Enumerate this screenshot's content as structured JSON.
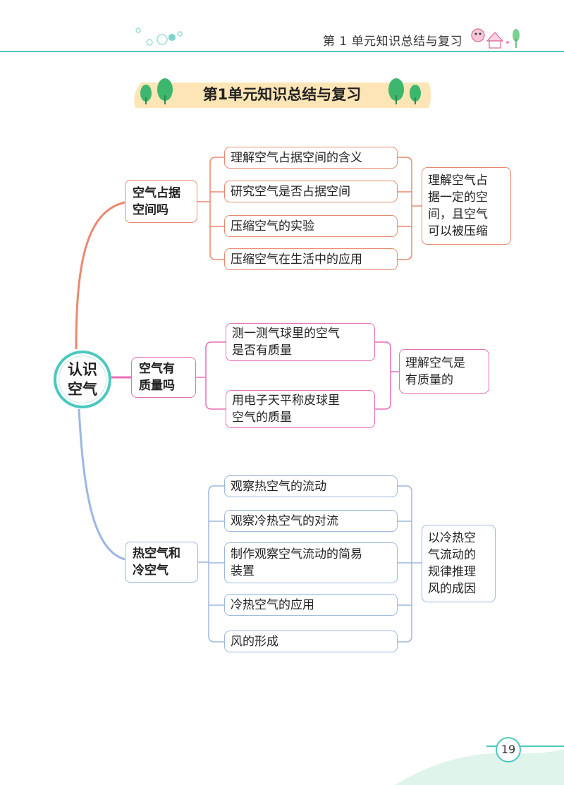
{
  "header": {
    "title": "第 1 单元知识总结与复习"
  },
  "banner": {
    "title": "第1单元知识总结与复习"
  },
  "mindmap": {
    "root": "认识\n空气",
    "branches": [
      {
        "label": "空气占据\n空间吗",
        "color": "#e98a6f",
        "items": [
          "理解空气占据空间的含义",
          "研究空气是否占据空间",
          "压缩空气的实验",
          "压缩空气在生活中的应用"
        ],
        "summary": "理解空气占\n据一定的空\n间，且空气\n可以被压缩"
      },
      {
        "label": "空气有\n质量吗",
        "color": "#e86fb6",
        "items": [
          "测一测气球里的空气\n是否有质量",
          "用电子天平称皮球里\n空气的质量"
        ],
        "summary": "理解空气是\n有质量的"
      },
      {
        "label": "热空气和\n冷空气",
        "color": "#9db7e2",
        "items": [
          "观察热空气的流动",
          "观察冷热空气的对流",
          "制作观察空气流动的简易\n装置",
          "冷热空气的应用",
          "风的形成"
        ],
        "summary": "以冷热空\n气流动的\n规律推理\n风的成因"
      }
    ]
  },
  "footer": {
    "page_number": "19"
  },
  "colors": {
    "accent_teal": "#4cc8c0",
    "banner_fill": "#fde5b5",
    "tree_green": "#3db66e"
  }
}
